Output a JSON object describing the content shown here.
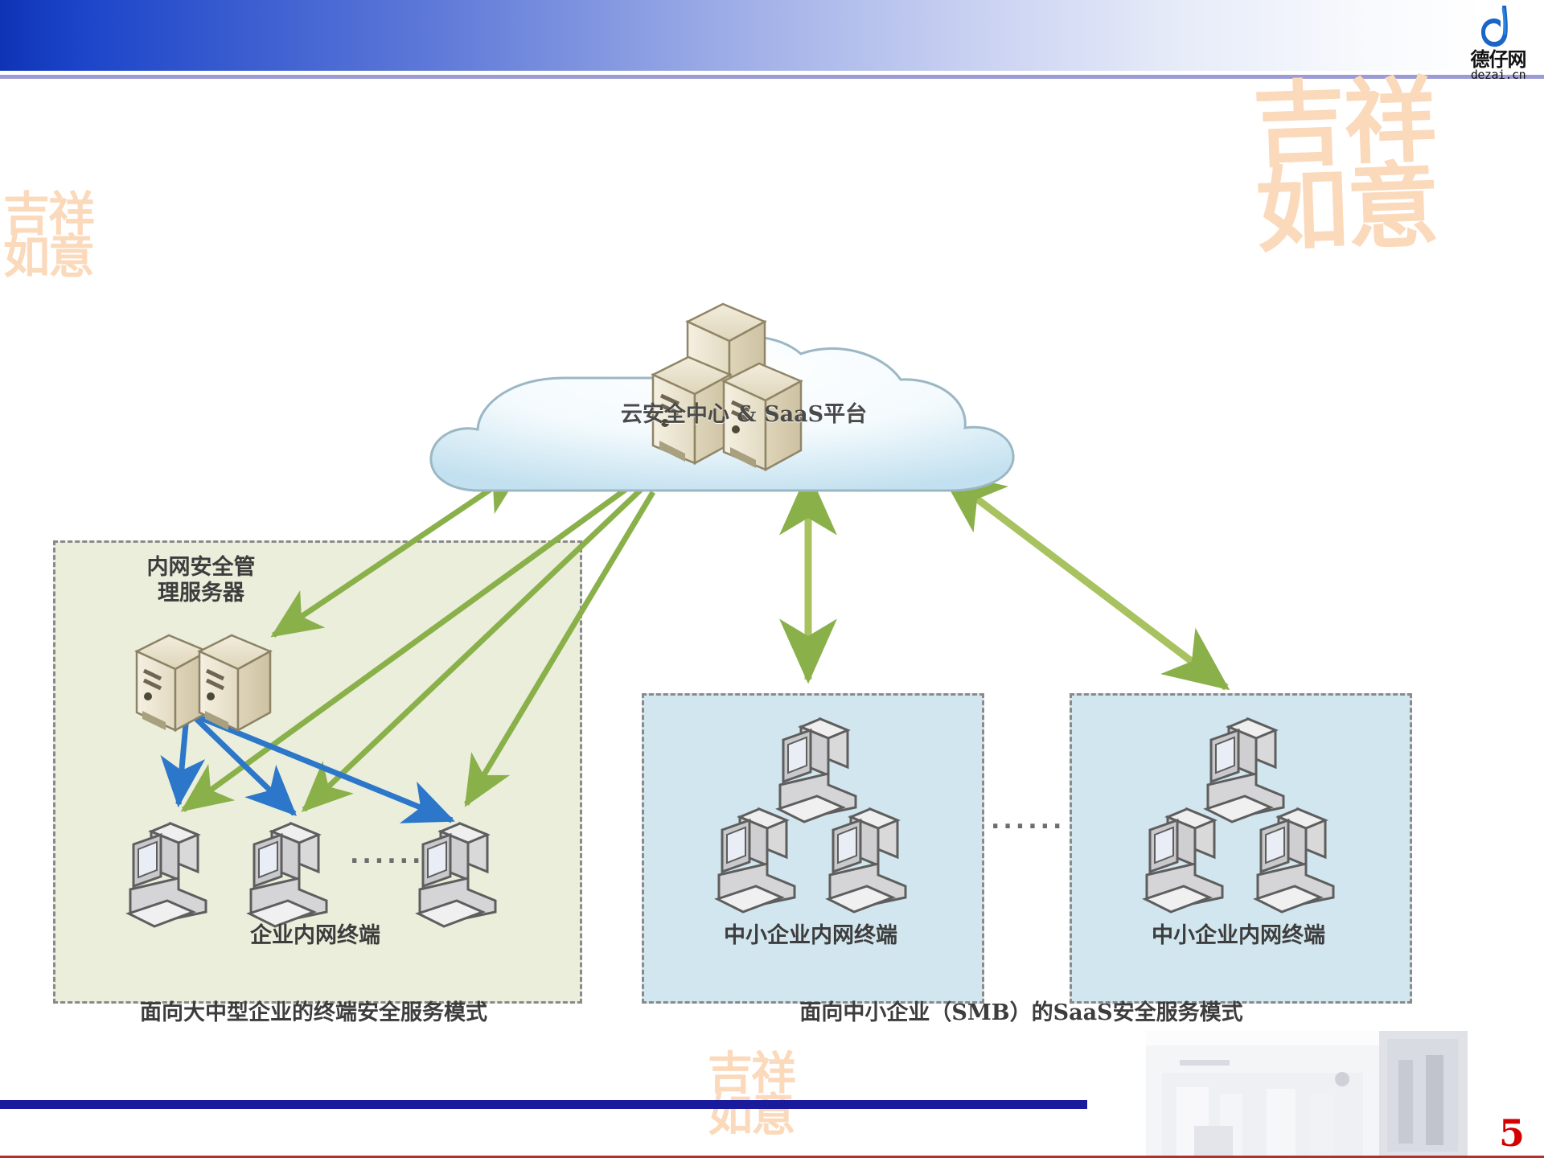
{
  "header": {
    "logo_cn": "德仔网",
    "logo_url": "dezai.cn",
    "logo_icon": "dezai-brand-icon",
    "brand_color": "#1a66c8",
    "gradient_start": "#0f33b5",
    "gradient_end": "#ffffff",
    "rule_color": "#9d9bd6"
  },
  "watermarks": {
    "seal_text_rows": [
      "吉祥",
      "如意"
    ],
    "seal_color": "#fbd9bb"
  },
  "diagram": {
    "cloud": {
      "label": "云安全中心 & SaaS平台",
      "icon": "cloud-shape",
      "servers_icon": "server-stack-icon",
      "server_count": 3,
      "fill_top": "#ffffff",
      "fill_bottom": "#cfe6f2"
    },
    "zones": [
      {
        "id": "enterprise-zone",
        "fill": "#eaeedb",
        "border": "#8a8a8a",
        "server_label": "内网安全管\n理服务器",
        "server_label_line1": "内网安全管",
        "server_label_line2": "理服务器",
        "server_icon": "server-pair-icon",
        "terminal_label": "企业内网终端",
        "terminal_count": 3,
        "terminal_icon": "desktop-pc-icon",
        "ellipsis": "......",
        "caption": "面向大中型企业的终端安全服务模式"
      },
      {
        "id": "smb-zone-1",
        "fill": "#d2e6ef",
        "border": "#8a8a8a",
        "terminal_label": "中小企业内网终端",
        "terminal_count": 3,
        "terminal_icon": "desktop-pc-icon"
      },
      {
        "id": "smb-zone-2",
        "fill": "#d2e6ef",
        "border": "#8a8a8a",
        "terminal_label": "中小企业内网终端",
        "terminal_count": 3,
        "terminal_icon": "desktop-pc-icon"
      }
    ],
    "zone_ellipsis_between_smb": "......",
    "smb_caption": "面向中小企业（SMB）的SaaS安全服务模式",
    "arrows": {
      "green_color": "#8ab04a",
      "green_light": "#a8c25f",
      "blue_color": "#2c77c9",
      "green_meaning": "cloud-to-endpoint-security-link",
      "blue_meaning": "server-to-terminal-management-link"
    }
  },
  "footer": {
    "rule_color": "#1a1a9c",
    "page_number": "5",
    "page_number_color": "#d40000",
    "photo_icon": "campus-building-photo"
  }
}
